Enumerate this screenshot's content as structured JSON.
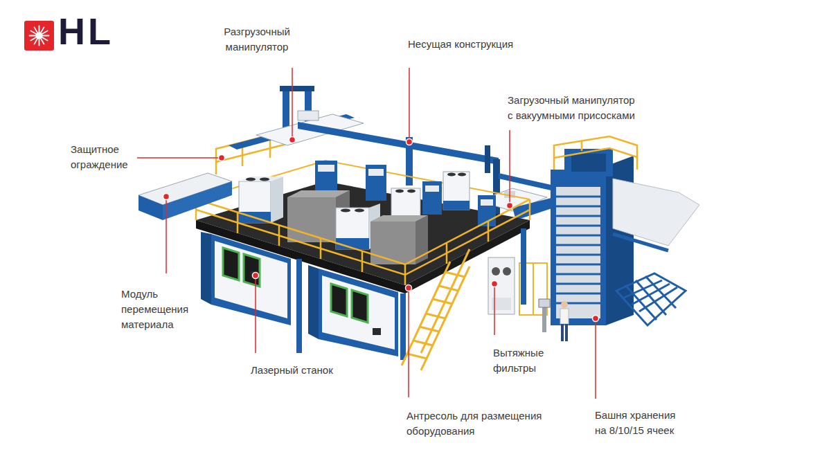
{
  "diagram": {
    "labels": [
      "HL",
      "Разгрузочный манипулятор",
      "Несущая конструкция",
      "Загрузочный манипулятор с вакуумными присосками",
      "Защитное ограждение",
      "Модуль перемещения материала",
      "Вытяжные фильтры",
      "Лазерный станок",
      "Антресоль для размещения оборудования",
      "Башня хранения на 8/10/15 ячеек"
    ]
  }
}
